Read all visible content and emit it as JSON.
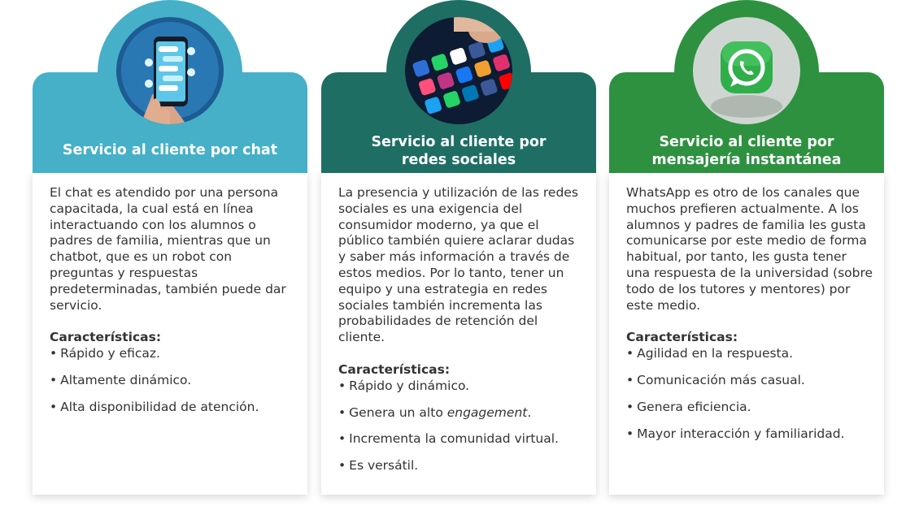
{
  "cards": [
    {
      "title": "Servicio al cliente por chat",
      "image_icon": "chat-phone-icon",
      "description": "El chat es atendido por una persona capacitada, la cual está en línea interactuando con los alumnos o padres de familia, mientras que un chatbot, que es un robot con preguntas y respuestas predeterminadas, también puede dar servicio.",
      "features_heading": "Características:",
      "features": [
        "Rápido y eficaz.",
        "Altamente dinámico.",
        "Alta disponibilidad de atención."
      ]
    },
    {
      "title_line1": "Servicio al cliente por",
      "title_line2": "redes sociales",
      "image_icon": "social-apps-icon",
      "description": "La presencia y utilización de las redes sociales es una exigencia del consumidor moderno, ya que el público también quiere aclarar dudas y saber más información a través de estos medios. Por lo tanto, tener un equipo y una estrategia en redes sociales también incrementa las probabilidades de retención del cliente.",
      "features_heading": "Características:",
      "features": [
        "Rápido y dinámico.",
        "Incrementa la comunidad virtual.",
        "Es versátil."
      ],
      "feature_engagement": {
        "prefix": "Genera un alto ",
        "emphasis": "engagement",
        "suffix": "."
      }
    },
    {
      "title_line1": "Servicio al cliente por",
      "title_line2": "mensajería instantánea",
      "image_icon": "whatsapp-icon",
      "description": "WhatsApp es otro de los canales que muchos prefieren actualmente. A los alumnos y padres de familia les gusta comunicarse por este medio de forma habitual, por tanto, les gusta tener una respuesta de la universidad (sobre todo de los tutores y mentores) por este medio.",
      "features_heading": "Características:",
      "features": [
        "Agilidad en la respuesta.",
        "Comunicación más casual.",
        "Genera eficiencia.",
        "Mayor interacción y familiaridad."
      ]
    }
  ],
  "bullet": "•",
  "colors": {
    "chat": "#45b0c7",
    "social": "#1e6e64",
    "messaging": "#2d9140"
  }
}
